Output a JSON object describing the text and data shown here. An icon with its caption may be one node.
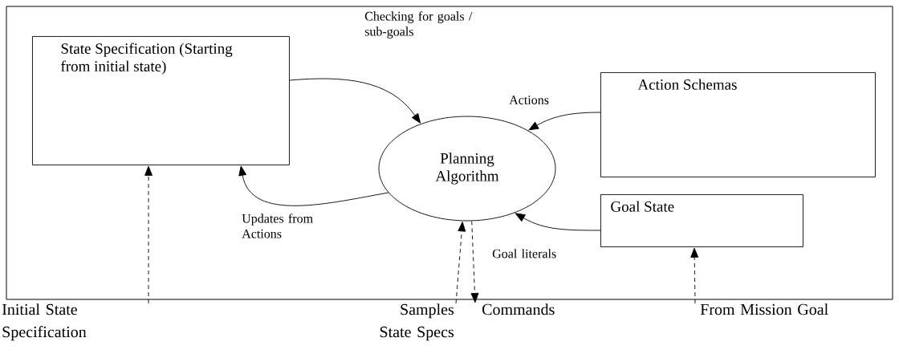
{
  "diagram": {
    "nodes": [
      {
        "text": [
          "State Specification (Starting from initial state)"
        ]
      },
      {
        "text": [
          "Planning Algorithm"
        ]
      },
      {
        "text": [
          "Action Schemas"
        ]
      },
      {
        "text": [
          "Goal State"
        ]
      },
      {
        "text": [
          "Initial State Specification"
        ]
      },
      {
        "text": [
          "Samples State Specs"
        ]
      },
      {
        "text": [
          "Commands"
        ]
      },
      {
        "text": [
          "From Mission Goal"
        ]
      }
    ],
    "edges": [
      {
        "from": 0,
        "to": 1,
        "arrow": "to",
        "label": "Checking for goals / sub-goals"
      },
      {
        "from": 2,
        "to": 1,
        "arrow": "to",
        "label": "Actions"
      },
      {
        "from": 1,
        "to": 0,
        "arrow": "to",
        "label": "Updates from Actions"
      },
      {
        "from": 3,
        "to": 1,
        "arrow": "to",
        "label": "Goal literals"
      },
      {
        "from": 4,
        "to": 0,
        "arrow": "to",
        "style": "dashed"
      },
      {
        "from": 5,
        "to": 1,
        "arrow": "to",
        "style": "dashed"
      },
      {
        "from": 1,
        "to": 6,
        "arrow": "to",
        "style": "dashed"
      },
      {
        "from": 7,
        "to": 3,
        "arrow": "to",
        "style": "dashed"
      }
    ]
  }
}
